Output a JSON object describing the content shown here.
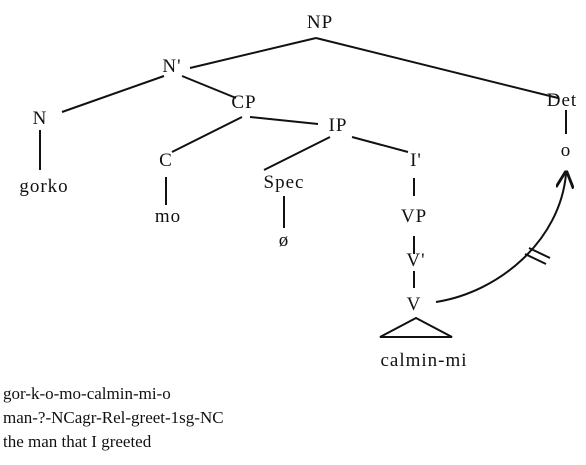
{
  "tree": {
    "labels": {
      "np": "NP",
      "nbar": "N'",
      "det": "Det",
      "det_word": "o",
      "n": "N",
      "n_word": "gorko",
      "cp": "CP",
      "c": "C",
      "c_word": "mo",
      "ip": "IP",
      "spec": "Spec",
      "spec_word": "ø",
      "ibar": "I'",
      "vp": "VP",
      "vbar": "V'",
      "v": "V",
      "v_word": "calmin-mi"
    }
  },
  "gloss": {
    "line1": "gor-k-o-mo-calmin-mi-o",
    "line2": "man-?-NCagr-Rel-greet-1sg-NC",
    "line3": "the man that I greeted"
  }
}
